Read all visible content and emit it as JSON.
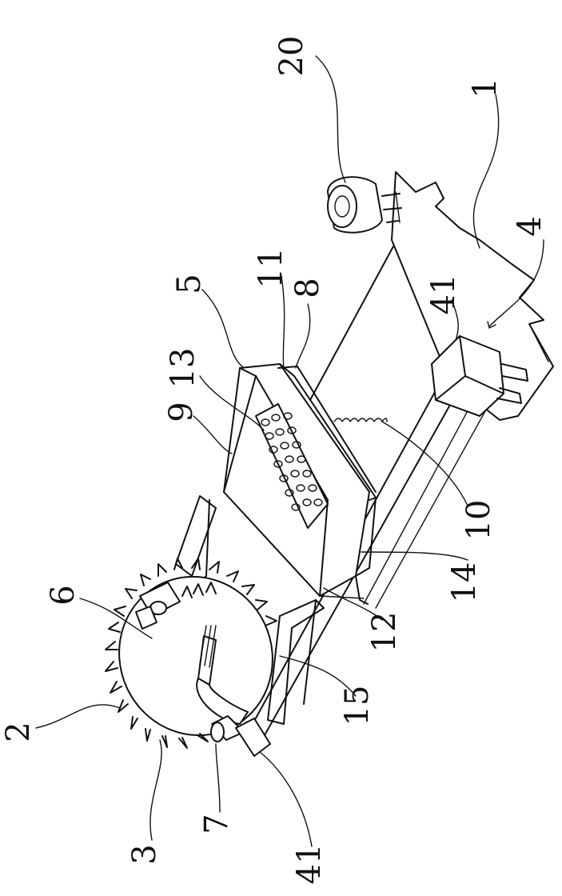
{
  "figure": {
    "labels": [
      {
        "id": "label-20",
        "text": "20"
      },
      {
        "id": "label-1",
        "text": "1"
      },
      {
        "id": "label-4",
        "text": "4"
      },
      {
        "id": "label-41-top",
        "text": "41"
      },
      {
        "id": "label-8",
        "text": "8"
      },
      {
        "id": "label-11",
        "text": "11"
      },
      {
        "id": "label-5",
        "text": "5"
      },
      {
        "id": "label-13",
        "text": "13"
      },
      {
        "id": "label-9",
        "text": "9"
      },
      {
        "id": "label-10",
        "text": "10"
      },
      {
        "id": "label-14",
        "text": "14"
      },
      {
        "id": "label-12",
        "text": "12"
      },
      {
        "id": "label-6",
        "text": "6"
      },
      {
        "id": "label-15",
        "text": "15"
      },
      {
        "id": "label-2",
        "text": "2"
      },
      {
        "id": "label-3",
        "text": "3"
      },
      {
        "id": "label-7",
        "text": "7"
      },
      {
        "id": "label-41-bottom",
        "text": "41"
      }
    ]
  }
}
